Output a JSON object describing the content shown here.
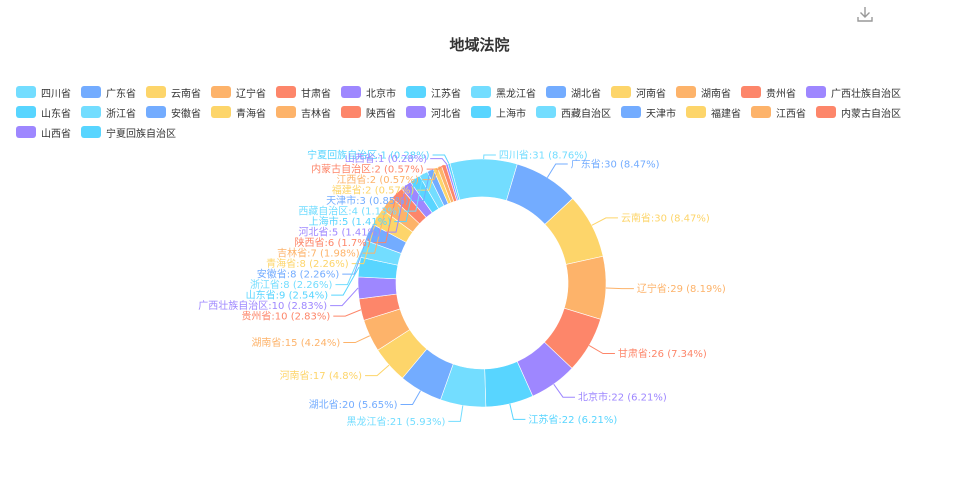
{
  "toolbar": {
    "download_icon": "download-icon"
  },
  "chart_data": {
    "type": "pie",
    "title": "地域法院",
    "legend_position": "top",
    "palette": [
      "#73ddff",
      "#73acff",
      "#fdd56a",
      "#fdb36a",
      "#fd866a",
      "#9e87ff",
      "#58d5ff",
      "#73ddff"
    ],
    "slices": [
      {
        "name": "四川省",
        "value": 31,
        "percent": "8.76%",
        "color": "#73ddff"
      },
      {
        "name": "广东省",
        "value": 30,
        "percent": "8.47%",
        "color": "#73acff"
      },
      {
        "name": "云南省",
        "value": 30,
        "percent": "8.47%",
        "color": "#fdd56a"
      },
      {
        "name": "辽宁省",
        "value": 29,
        "percent": "8.19%",
        "color": "#fdb36a"
      },
      {
        "name": "甘肃省",
        "value": 26,
        "percent": "7.34%",
        "color": "#fd866a"
      },
      {
        "name": "北京市",
        "value": 22,
        "percent": "6.21%",
        "color": "#9e87ff"
      },
      {
        "name": "江苏省",
        "value": 22,
        "percent": "6.21%",
        "color": "#58d5ff"
      },
      {
        "name": "黑龙江省",
        "value": 21,
        "percent": "5.93%",
        "color": "#73ddff"
      },
      {
        "name": "湖北省",
        "value": 20,
        "percent": "5.65%",
        "color": "#73acff"
      },
      {
        "name": "河南省",
        "value": 17,
        "percent": "4.8%",
        "color": "#fdd56a"
      },
      {
        "name": "湖南省",
        "value": 15,
        "percent": "4.24%",
        "color": "#fdb36a"
      },
      {
        "name": "贵州省",
        "value": 10,
        "percent": "2.83%",
        "color": "#fd866a"
      },
      {
        "name": "广西壮族自治区",
        "value": 10,
        "percent": "2.83%",
        "color": "#9e87ff"
      },
      {
        "name": "山东省",
        "value": 9,
        "percent": "2.54%",
        "color": "#58d5ff"
      },
      {
        "name": "浙江省",
        "value": 8,
        "percent": "2.26%",
        "color": "#73ddff"
      },
      {
        "name": "安徽省",
        "value": 8,
        "percent": "2.26%",
        "color": "#73acff"
      },
      {
        "name": "青海省",
        "value": 8,
        "percent": "2.26%",
        "color": "#fdd56a"
      },
      {
        "name": "吉林省",
        "value": 7,
        "percent": "1.98%",
        "color": "#fdb36a"
      },
      {
        "name": "陕西省",
        "value": 6,
        "percent": "1.7%",
        "color": "#fd866a"
      },
      {
        "name": "河北省",
        "value": 5,
        "percent": "1.41%",
        "color": "#9e87ff"
      },
      {
        "name": "上海市",
        "value": 5,
        "percent": "1.41%",
        "color": "#58d5ff"
      },
      {
        "name": "西藏自治区",
        "value": 4,
        "percent": "1.13%",
        "color": "#73ddff"
      },
      {
        "name": "天津市",
        "value": 3,
        "percent": "0.85%",
        "color": "#73acff"
      },
      {
        "name": "福建省",
        "value": 2,
        "percent": "0.57%",
        "color": "#fdd56a"
      },
      {
        "name": "江西省",
        "value": 2,
        "percent": "0.57%",
        "color": "#fdb36a"
      },
      {
        "name": "内蒙古自治区",
        "value": 2,
        "percent": "0.57%",
        "color": "#fd866a"
      },
      {
        "name": "山西省",
        "value": 1,
        "percent": "0.28%",
        "color": "#9e87ff"
      },
      {
        "name": "宁夏回族自治区",
        "value": 1,
        "percent": "0.28%",
        "color": "#58d5ff"
      }
    ]
  }
}
